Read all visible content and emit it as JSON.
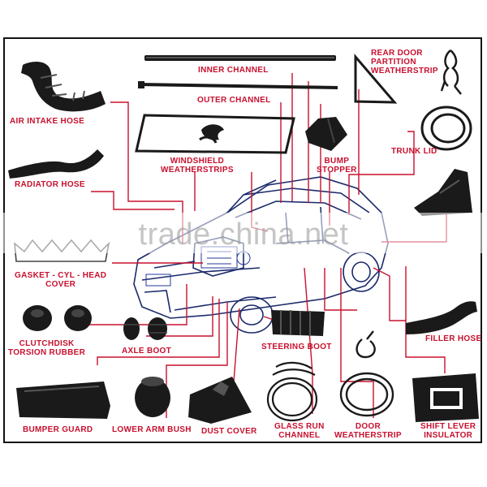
{
  "parts": {
    "inner_channel": "INNER CHANNEL",
    "outer_channel": "OUTER CHANNEL",
    "rear_door_partition": [
      "REAR DOOR",
      "PARTITION",
      "WEATHERSTRIP"
    ],
    "air_intake_hose": "AIR INTAKE HOSE",
    "windshield_weatherstrips": [
      "WINDSHIELD",
      "WEATHERSTRIPS"
    ],
    "bump_stopper": [
      "BUMP",
      "STOPPER"
    ],
    "trunk_lid": "TRUNK LID",
    "radiator_hose": "RADIATOR HOSE",
    "gasket_cyl_head_cover": [
      "GASKET - CYL - HEAD",
      "COVER"
    ],
    "clutchdisk_torsion_rubber": [
      "CLUTCHDISK",
      "TORSION RUBBER"
    ],
    "axle_boot": "AXLE BOOT",
    "steering_boot": "STEERING BOOT",
    "filler_hose": "FILLER HOSE",
    "bumper_guard": "BUMPER GUARD",
    "lower_arm_bush": "LOWER ARM BUSH",
    "dust_cover": "DUST COVER",
    "glass_run_channel": [
      "GLASS RUN",
      "CHANNEL"
    ],
    "door_weatherstrip": [
      "DOOR",
      "WEATHERSTRIP"
    ],
    "shift_lever_insulator": [
      "SHIFT LEVER",
      "INSULATOR"
    ]
  },
  "watermark": "trade.china.net",
  "colors": {
    "label": "#c8102e",
    "leader": "#c8102e",
    "rubber": "#1a1a1a",
    "car_outline": "#1b2a6b"
  }
}
